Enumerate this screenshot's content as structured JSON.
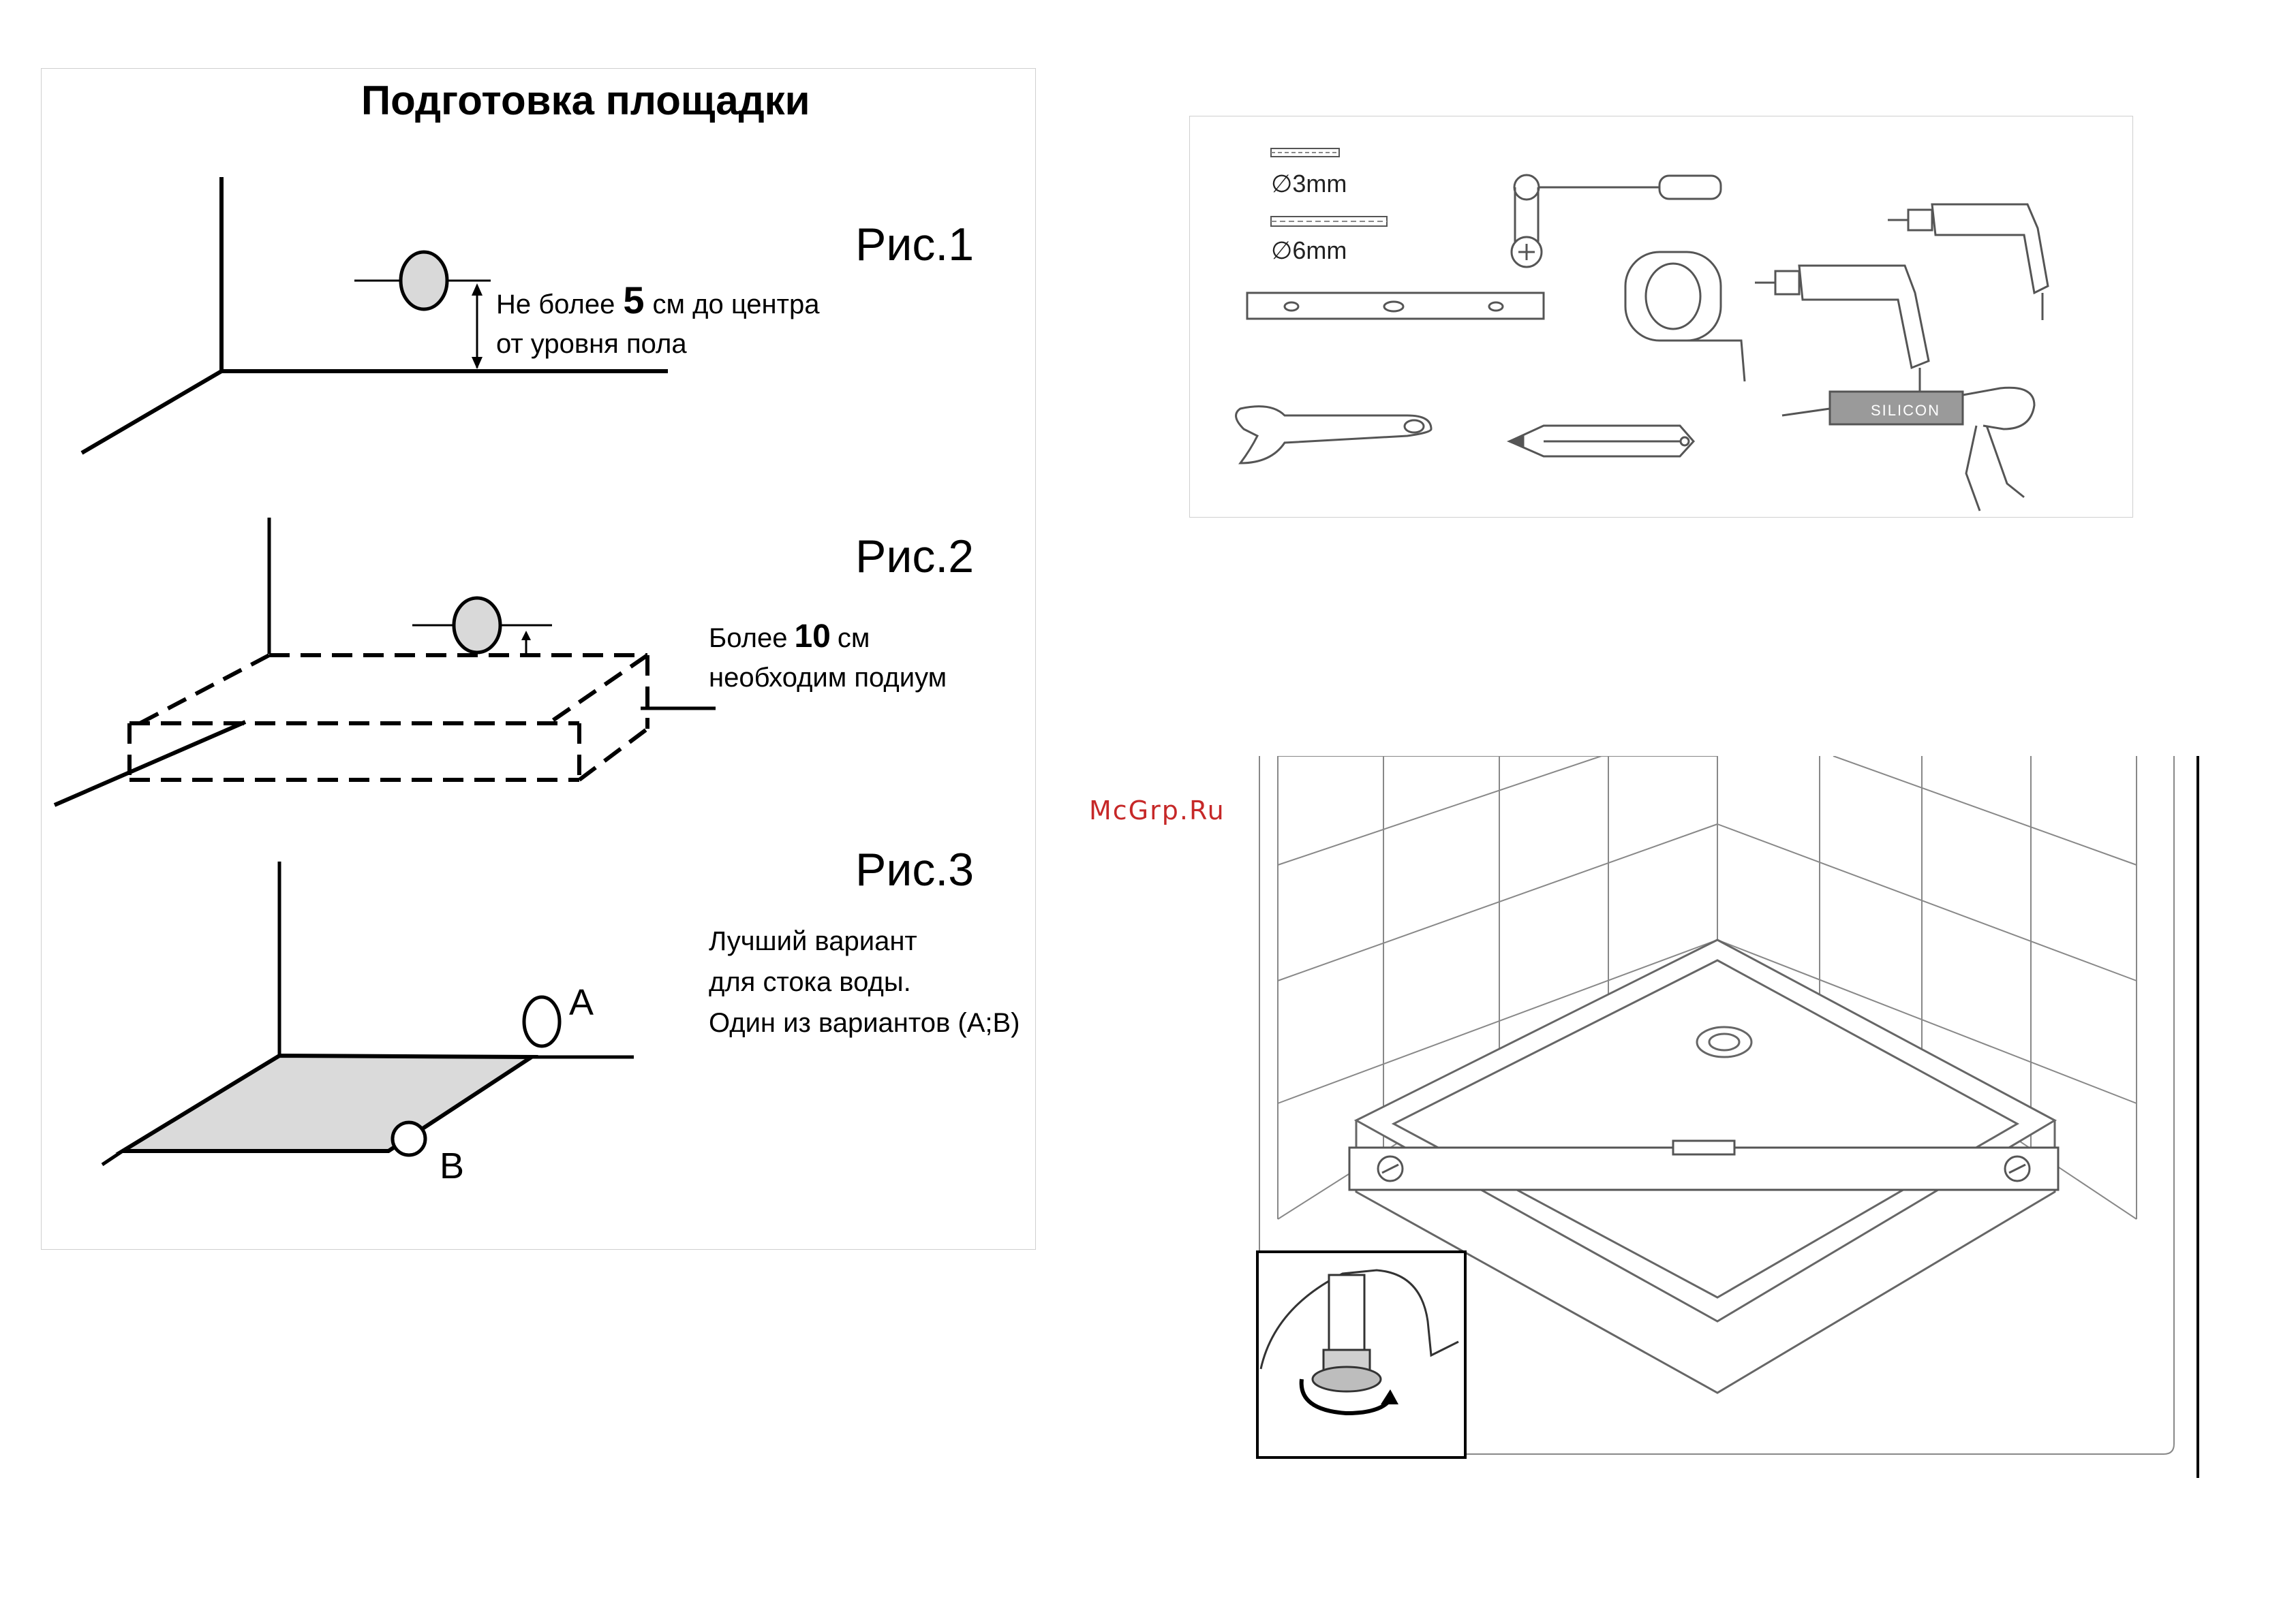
{
  "site_preparation": {
    "title": "Подготовка площадки",
    "fig1": {
      "label": "Рис.1",
      "note_line1_prefix": "Не более",
      "note_value": "5",
      "note_line1_suffix": "см до центра",
      "note_line2": "от уровня пола"
    },
    "fig2": {
      "label": "Рис.2",
      "note_line1_prefix": "Более",
      "note_value": "10",
      "note_line1_suffix": "см",
      "note_line2": "необходим подиум"
    },
    "fig3": {
      "label": "Рис.3",
      "note_line1": "Лучший вариант",
      "note_line2": "для стока воды.",
      "note_line3": "Один из вариантов (A;B)",
      "marker_a": "A",
      "marker_b": "B"
    }
  },
  "tools": {
    "drill_bit_1": "∅3mm",
    "drill_bit_2": "∅6mm",
    "sealant_label": "SILICON"
  },
  "watermark": "McGrp.Ru"
}
